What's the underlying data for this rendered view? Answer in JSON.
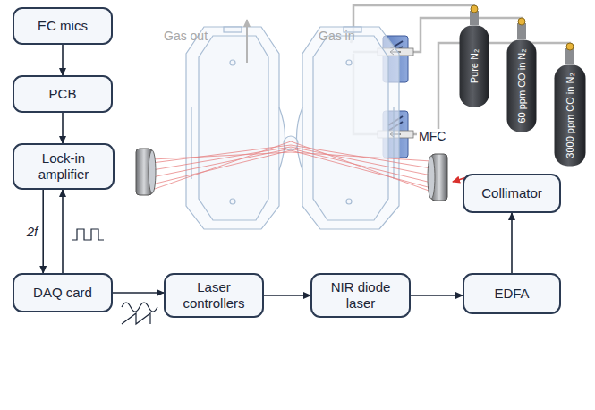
{
  "diagram": {
    "nodes": [
      {
        "text": [
          "EC mics"
        ]
      },
      {
        "text": [
          "PCB"
        ]
      },
      {
        "text": [
          "Lock-in amplifier"
        ]
      },
      {
        "text": [
          "DAQ card"
        ]
      },
      {
        "text": [
          "Laser controllers"
        ]
      },
      {
        "text": [
          "NIR diode laser"
        ]
      },
      {
        "text": [
          "EDFA"
        ]
      },
      {
        "text": [
          "Collimator"
        ]
      },
      {
        "text": [
          "Pure N₂"
        ]
      },
      {
        "text": [
          "60 ppm CO in N₂"
        ]
      },
      {
        "text": [
          "3000 ppm CO in N₂"
        ]
      }
    ],
    "edges": [
      {
        "from": 0,
        "to": 1,
        "arrow": "to"
      },
      {
        "from": 1,
        "to": 2,
        "arrow": "to"
      },
      {
        "from": 2,
        "to": 3,
        "label": "2f",
        "arrow": "to"
      },
      {
        "from": 3,
        "to": 2,
        "arrow": "to"
      },
      {
        "from": 3,
        "to": 4,
        "arrow": "to"
      },
      {
        "from": 4,
        "to": 5,
        "arrow": "to"
      },
      {
        "from": 5,
        "to": 6,
        "arrow": "to"
      },
      {
        "from": 6,
        "to": 7,
        "arrow": "to"
      }
    ],
    "labels": [
      "Gas out",
      "Gas in",
      "MFC"
    ]
  }
}
